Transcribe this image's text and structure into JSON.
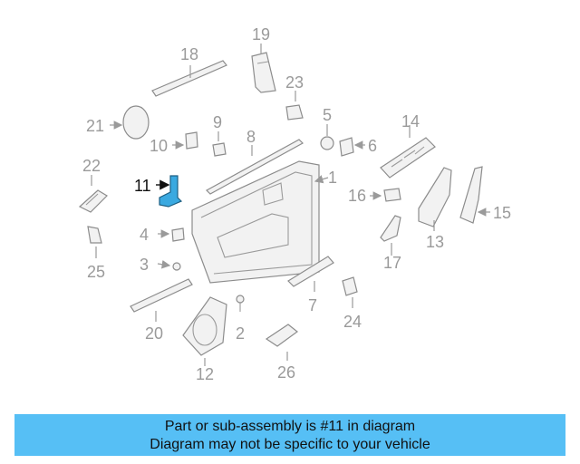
{
  "diagram": {
    "highlighted_part": "11",
    "highlight_color": "#3aa9e0",
    "labels": [
      "1",
      "2",
      "3",
      "4",
      "5",
      "6",
      "7",
      "8",
      "9",
      "10",
      "11",
      "12",
      "13",
      "14",
      "15",
      "16",
      "17",
      "18",
      "19",
      "20",
      "21",
      "22",
      "23",
      "24",
      "25",
      "26"
    ]
  },
  "banner": {
    "line1": "Part or sub-assembly is #11 in diagram",
    "line2": "Diagram may not be specific to your vehicle",
    "background": "#56bff5"
  }
}
